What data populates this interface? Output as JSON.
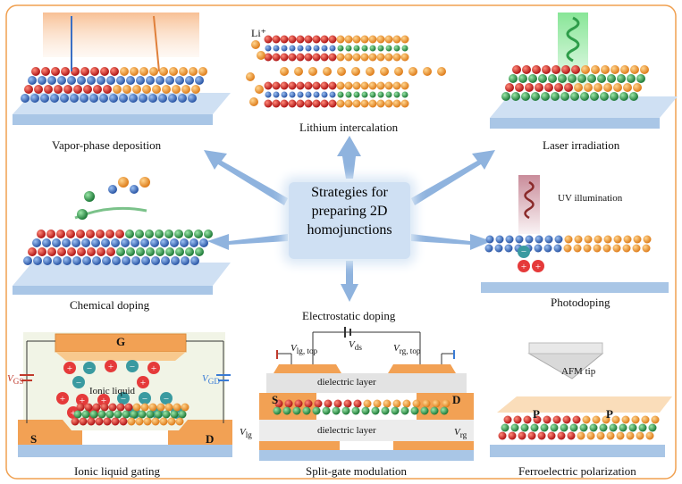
{
  "center": {
    "line1": "Strategies for",
    "line2": "preparing 2D",
    "line3": "homojunctions"
  },
  "labels": {
    "vapor": "Vapor-phase deposition",
    "lithium": "Lithium intercalation",
    "laser": "Laser irradiation",
    "chemical": "Chemical doping",
    "photodoping": "Photodoping",
    "electrostatic": "Electrostatic doping",
    "ionic_gating": "Ionic liquid gating",
    "split_gate": "Split-gate modulation",
    "ferro": "Ferroelectric polarization"
  },
  "annotations": {
    "li_ion": "Li⁺",
    "uv": "UV illumination",
    "afm": "AFM tip",
    "gate": "G",
    "source": "S",
    "drain": "D",
    "vgs": "V",
    "vgs_sub": "GS",
    "vgd": "V",
    "vgd_sub": "GD",
    "ionic_liquid": "Ionic liquid",
    "dielectric": "dielectric layer",
    "vlg_top": "V",
    "vlg_top_sub": "lg, top",
    "vrg_top": "V",
    "vrg_top_sub": "rg, top",
    "vds": "V",
    "vds_sub": "ds",
    "vlg": "V",
    "vlg_sub": "lg",
    "vrg": "V",
    "vrg_sub": "rg",
    "p": "P"
  },
  "colors": {
    "frame": "#f0a050",
    "arrow": "#8fb3de",
    "substrate": "#a9c6e6",
    "orange": "#f39a3b",
    "red": "#d22a2a",
    "green": "#2e9d4a",
    "blue": "#3a6fc4"
  }
}
